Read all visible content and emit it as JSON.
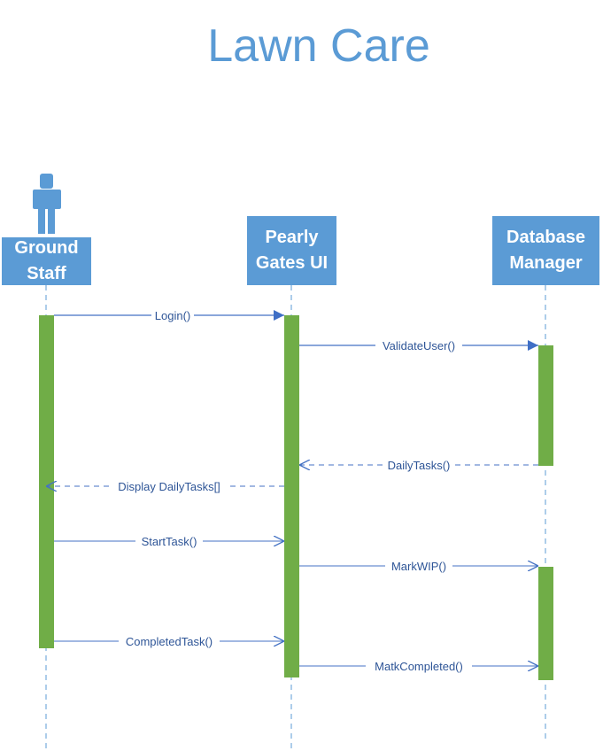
{
  "title": "Lawn Care",
  "participants": [
    {
      "id": "ground-staff",
      "label_line1": "Ground",
      "label_line2": "Staff",
      "actor": true
    },
    {
      "id": "pearly-gates-ui",
      "label_line1": "Pearly",
      "label_line2": "Gates UI",
      "actor": false
    },
    {
      "id": "database-manager",
      "label_line1": "Database",
      "label_line2": "Manager",
      "actor": false
    }
  ],
  "messages": [
    {
      "label": "Login()",
      "from": "ground-staff",
      "to": "pearly-gates-ui",
      "kind": "sync"
    },
    {
      "label": "ValidateUser()",
      "from": "pearly-gates-ui",
      "to": "database-manager",
      "kind": "sync"
    },
    {
      "label": "DailyTasks()",
      "from": "database-manager",
      "to": "pearly-gates-ui",
      "kind": "return"
    },
    {
      "label": "Display DailyTasks[]",
      "from": "pearly-gates-ui",
      "to": "ground-staff",
      "kind": "return"
    },
    {
      "label": "StartTask()",
      "from": "ground-staff",
      "to": "pearly-gates-ui",
      "kind": "async"
    },
    {
      "label": "MarkWIP()",
      "from": "pearly-gates-ui",
      "to": "database-manager",
      "kind": "async"
    },
    {
      "label": "CompletedTask()",
      "from": "ground-staff",
      "to": "pearly-gates-ui",
      "kind": "async"
    },
    {
      "label": "MatkCompleted()",
      "from": "pearly-gates-ui",
      "to": "database-manager",
      "kind": "async"
    }
  ],
  "colors": {
    "title": "#5b9bd5",
    "participant_fill": "#5b9bd5",
    "activation": "#70ad47",
    "lifeline": "#5b9bd5",
    "message": "#4472c4",
    "label": "#2e5597"
  }
}
